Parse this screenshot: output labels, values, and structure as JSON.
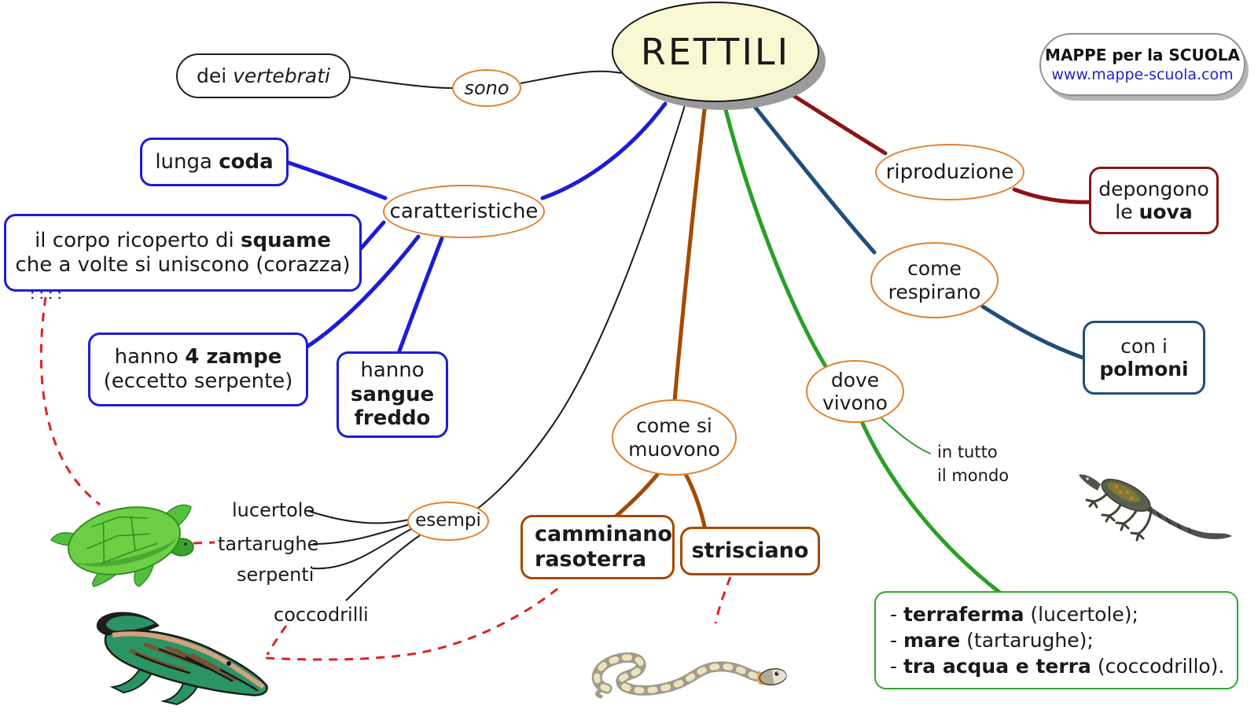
{
  "colors": {
    "root_fill": "#f8f8d2",
    "orange_ellipse": "#e0812e",
    "blue_branch": "#1c1cd6",
    "brown_branch": "#a34a00",
    "green_branch": "#28a028",
    "navy_branch": "#1f4e79",
    "maroon_branch": "#8b1414",
    "red_dashed": "#dd2222"
  },
  "root": {
    "label": "RETTILI"
  },
  "logo": {
    "title": "MAPPE per la SCUOLA",
    "url": "www.mappe-scuola.com"
  },
  "branches": {
    "sono": {
      "label": "sono"
    },
    "dei_vertebrati": {
      "pre": "dei ",
      "italic": "vertebrati"
    },
    "caratteristiche": {
      "label": "caratteristiche"
    },
    "lunga_coda": {
      "pre": "lunga ",
      "bold": "coda"
    },
    "squame": {
      "line1_pre": "il corpo ricoperto di ",
      "line1_bold": "squame",
      "line2": "che a volte si uniscono (corazza)"
    },
    "zampe": {
      "line1_pre": "hanno ",
      "line1_bold": "4 zampe",
      "line2": "(eccetto serpente)"
    },
    "sangue_freddo": {
      "line1": "hanno",
      "line2_bold": "sangue",
      "line3_bold": "freddo"
    },
    "riproduzione": {
      "label": "riproduzione"
    },
    "uova": {
      "line1": "depongono",
      "line2_pre": "le ",
      "line2_bold": "uova"
    },
    "come_respirano": {
      "line1": "come",
      "line2": "respirano"
    },
    "polmoni": {
      "line1": "con i",
      "line2_bold": "polmoni"
    },
    "dove_vivono": {
      "line1": "dove",
      "line2": "vivono"
    },
    "in_tutto_il_mondo": {
      "line1": "in tutto",
      "line2": "il mondo"
    },
    "come_si_muovono": {
      "line1": "come si",
      "line2": "muovono"
    },
    "camminano": {
      "line1_bold": "camminano",
      "line2_bold": "rasoterra"
    },
    "strisciano": {
      "label_bold": "strisciano"
    },
    "esempi": {
      "label": "esempi"
    },
    "examples": {
      "lucertole": "lucertole",
      "tartarughe": "tartarughe",
      "serpenti": "serpenti",
      "coccodrilli": "coccodrilli"
    },
    "habitat": {
      "items": [
        {
          "dash": "- ",
          "bold": "terraferma",
          "rest": " (lucertole);"
        },
        {
          "dash": "- ",
          "bold": "mare",
          "rest": " (tartarughe);"
        },
        {
          "dash": "- ",
          "bold": "tra acqua e terra",
          "rest": " (coccodrillo)."
        }
      ]
    }
  },
  "images": {
    "turtle": "turtle-image",
    "crocodile": "crocodile-image",
    "snake": "snake-image",
    "lizard": "lizard-image"
  }
}
